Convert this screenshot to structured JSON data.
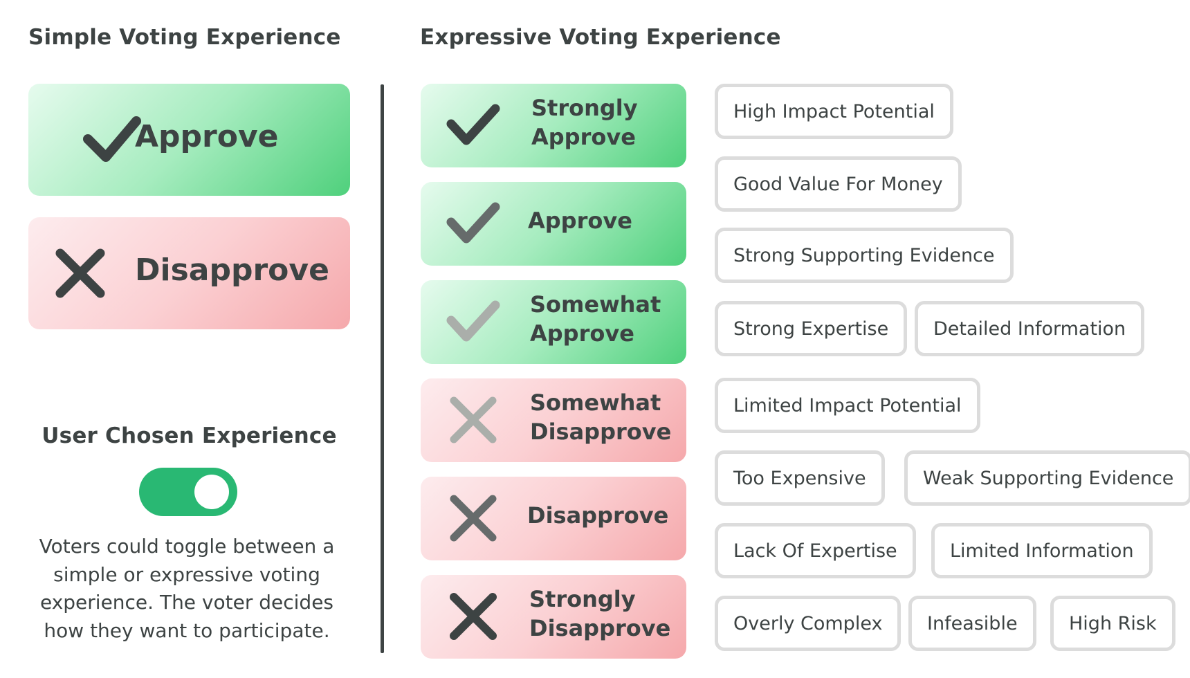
{
  "simple": {
    "heading": "Simple Voting Experience",
    "approve": "Approve",
    "disapprove": "Disapprove"
  },
  "user_choice": {
    "heading": "User Chosen Experience",
    "toggle_state": "on",
    "description": "Voters could toggle between a\nsimple or expressive voting\nexperience. The voter decides\nhow they want to participate."
  },
  "expressive": {
    "heading": "Expressive Voting Experience",
    "options": [
      {
        "label": "Strongly\nApprove",
        "icon": "check-icon"
      },
      {
        "label": "Approve",
        "icon": "check-icon"
      },
      {
        "label": "Somewhat\nApprove",
        "icon": "check-icon"
      },
      {
        "label": "Somewhat\nDisapprove",
        "icon": "cross-icon"
      },
      {
        "label": "Disapprove",
        "icon": "cross-icon"
      },
      {
        "label": "Strongly\nDisapprove",
        "icon": "cross-icon"
      }
    ]
  },
  "tags": [
    "High Impact Potential",
    "Good Value For Money",
    "Strong Supporting Evidence",
    "Strong Expertise",
    "Detailed Information",
    "Limited Impact Potential",
    "Too Expensive",
    "Weak Supporting Evidence",
    "Lack Of Expertise",
    "Limited Information",
    "Overly Complex",
    "Infeasible",
    "High Risk"
  ],
  "colors": {
    "approve_gradient_end": "#4fd07c",
    "disapprove_gradient_end": "#f5a8ab",
    "toggle_on": "#29b873",
    "icon_strong": "#3d4343",
    "icon_medium": "#666b6b",
    "icon_weak": "#aaaeaa"
  }
}
